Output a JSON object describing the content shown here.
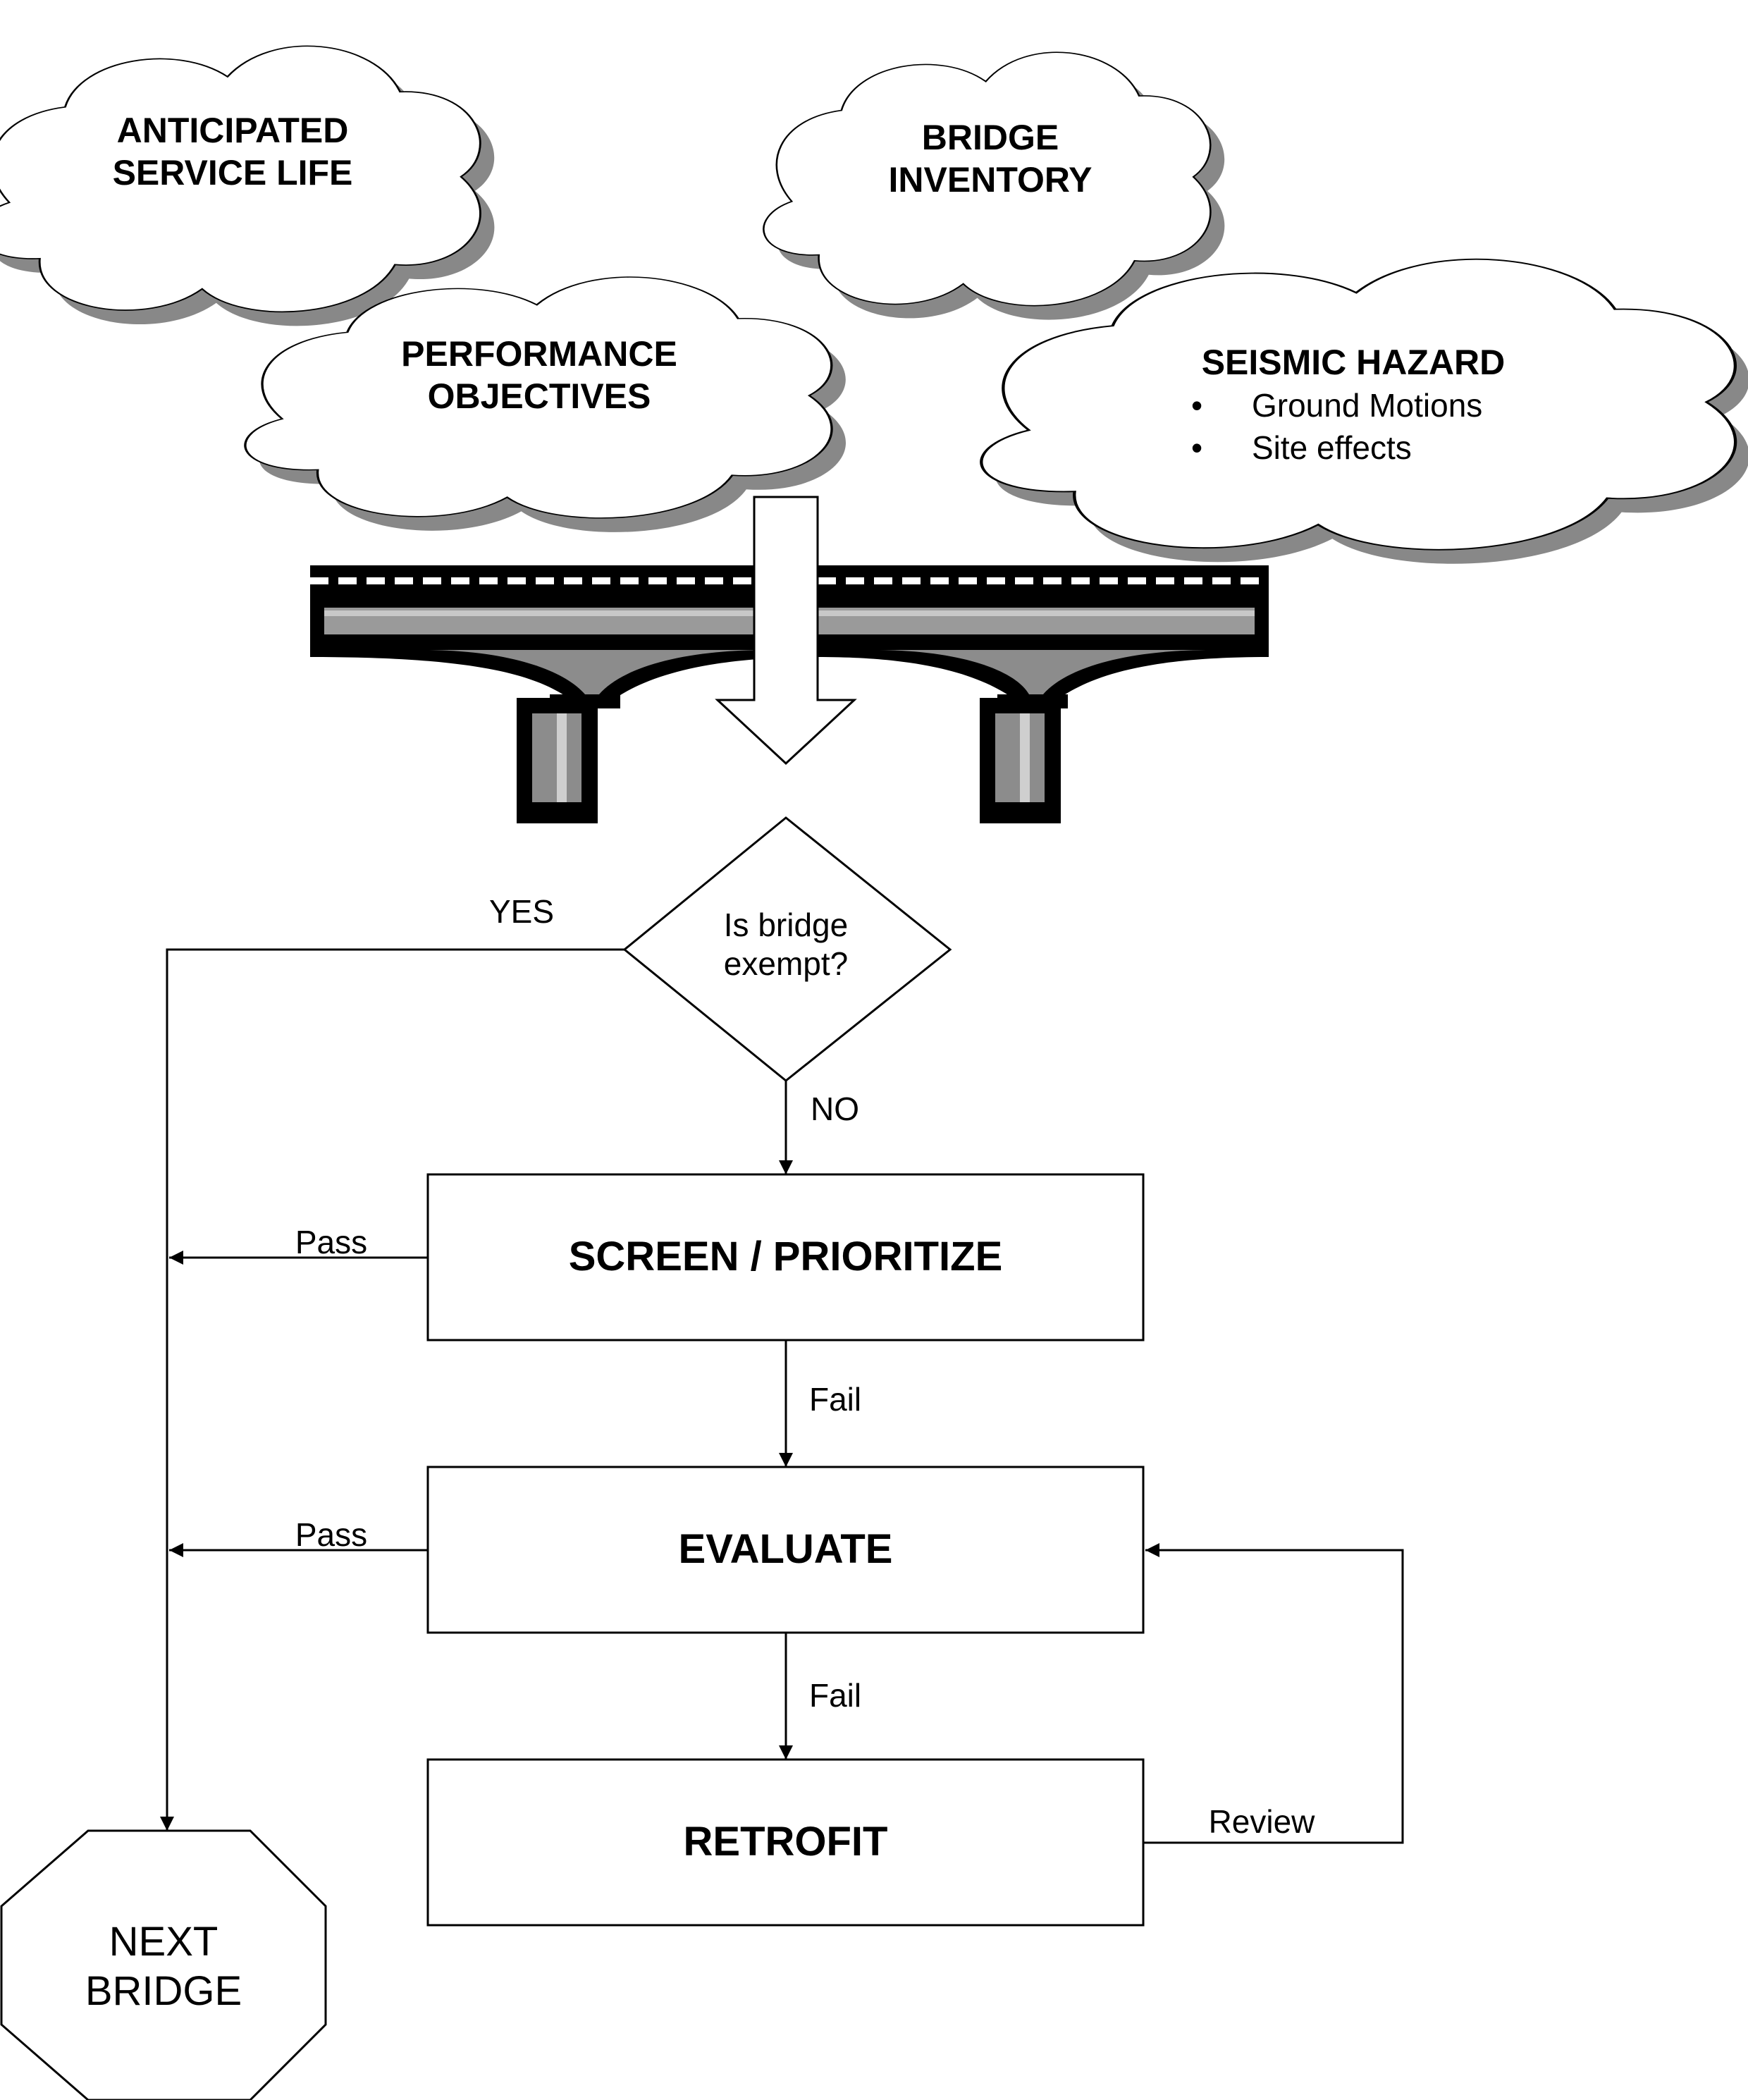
{
  "clouds": {
    "service_life": {
      "line1": "ANTICIPATED",
      "line2": "SERVICE LIFE"
    },
    "inventory": {
      "line1": "BRIDGE",
      "line2": "INVENTORY"
    },
    "performance": {
      "line1": "PERFORMANCE",
      "line2": "OBJECTIVES"
    },
    "seismic": {
      "title": "SEISMIC HAZARD",
      "bullets": [
        "Ground Motions",
        "Site effects"
      ]
    }
  },
  "decision": {
    "line1": "Is bridge",
    "line2": "exempt?",
    "yes_label": "YES",
    "no_label": "NO"
  },
  "boxes": {
    "screen": {
      "label": "SCREEN / PRIORITIZE",
      "pass_label": "Pass",
      "fail_label": "Fail"
    },
    "evaluate": {
      "label": "EVALUATE",
      "pass_label": "Pass",
      "fail_label": "Fail"
    },
    "retrofit": {
      "label": "RETROFIT",
      "review_label": "Review"
    }
  },
  "terminal": {
    "line1": "NEXT",
    "line2": "BRIDGE"
  }
}
